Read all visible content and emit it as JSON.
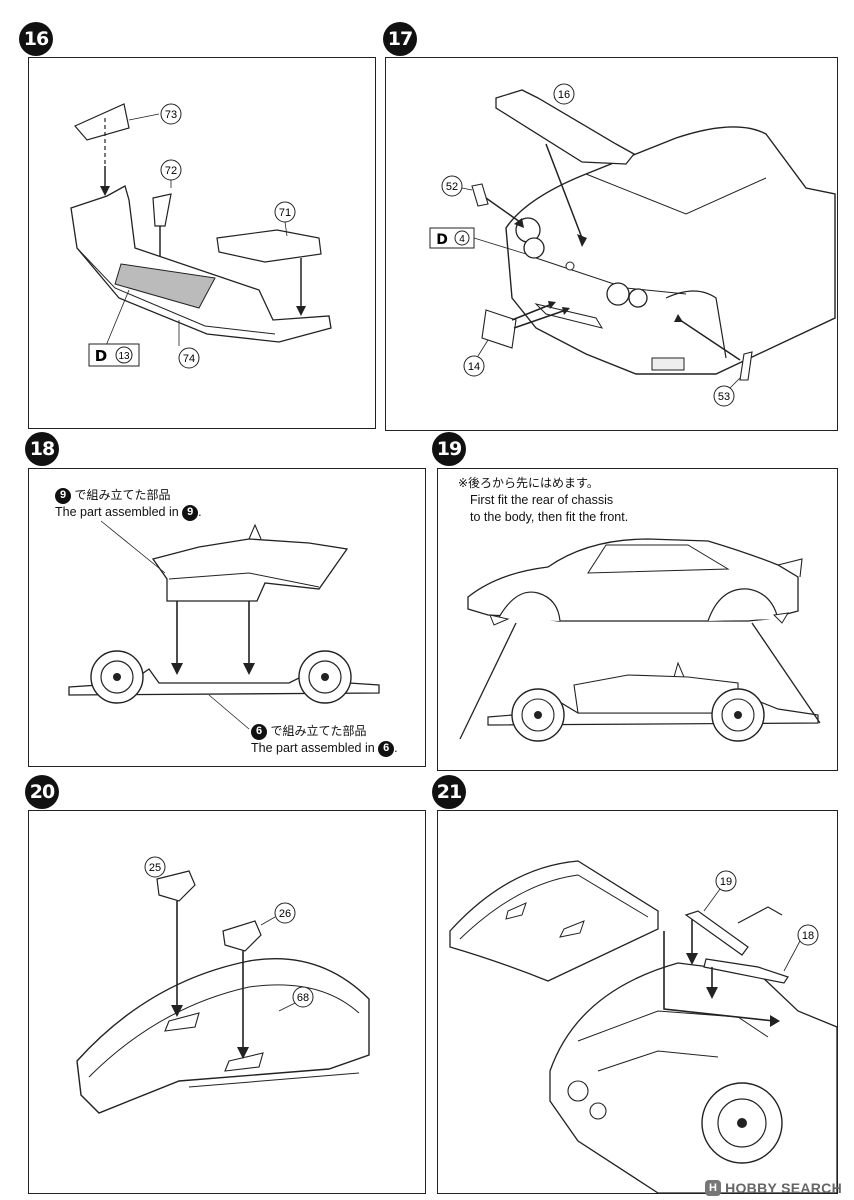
{
  "steps": {
    "s16": {
      "number": "16",
      "parts": [
        "73",
        "72",
        "71",
        "74"
      ],
      "decal": {
        "letter": "D",
        "number": "13"
      }
    },
    "s17": {
      "number": "17",
      "parts": [
        "16",
        "52",
        "14",
        "53"
      ],
      "decal": {
        "letter": "D",
        "number": "4"
      }
    },
    "s18": {
      "number": "18",
      "note_top_ref": "9",
      "note_top_jp": "で組み立てた部品",
      "note_top_en": "The part assembled in",
      "note_bottom_ref": "6",
      "note_bottom_jp": "で組み立てた部品",
      "note_bottom_en": "The part assembled in"
    },
    "s19": {
      "number": "19",
      "note_jp": "※後ろから先にはめます。",
      "note_en_1": "First fit the rear of chassis",
      "note_en_2": "to the body, then fit the front."
    },
    "s20": {
      "number": "20",
      "parts": [
        "25",
        "26",
        "68"
      ]
    },
    "s21": {
      "number": "21",
      "parts": [
        "19",
        "18"
      ]
    }
  },
  "watermark": {
    "text": "HOBBY SEARCH",
    "mark": "H"
  }
}
